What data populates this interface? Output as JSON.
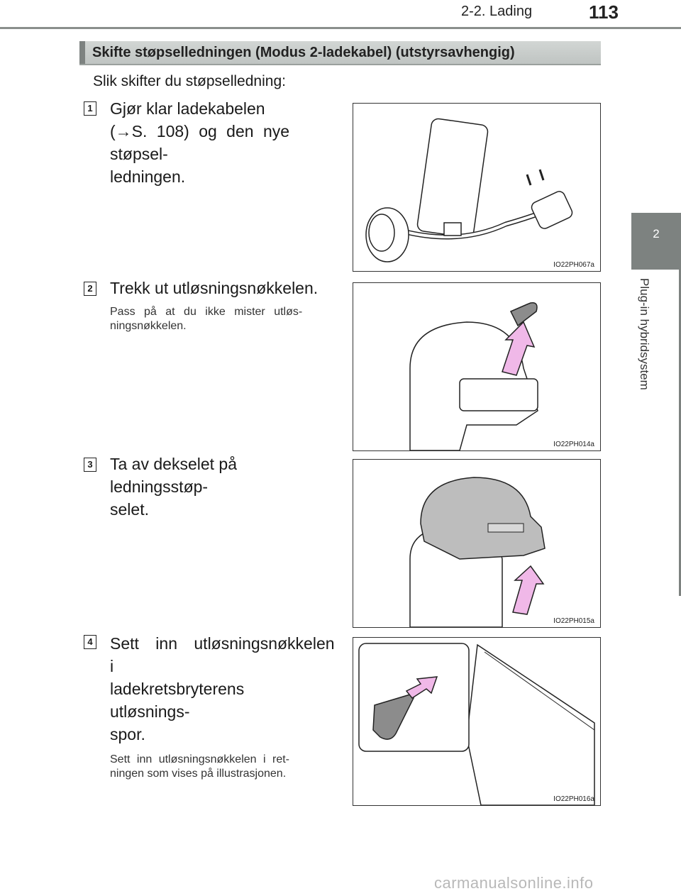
{
  "header": {
    "section": "2-2. Lading",
    "page_number": "113"
  },
  "side_tab": {
    "chapter_number": "2",
    "chapter_title": "Plug-in hybridsystem"
  },
  "section": {
    "title": "Skifte støpselledningen (Modus 2-ladekabel) (utstyrsavhengig)"
  },
  "intro": "Slik skifter du støpselledning:",
  "steps": [
    {
      "number": "1",
      "title_lines": [
        "Gjør klar ladekabelen",
        "(→S. 108) og den nye støpsel-",
        "ledningen."
      ],
      "note": "",
      "figure_label": "IO22PH067a"
    },
    {
      "number": "2",
      "title_lines": [
        "Trekk ut utløsningsnøkkelen."
      ],
      "note_lines": [
        "Pass på at du ikke mister utløs-",
        "ningsnøkkelen."
      ],
      "figure_label": "IO22PH014a"
    },
    {
      "number": "3",
      "title_lines": [
        "Ta av dekselet på ledningsstøp-",
        "selet."
      ],
      "note": "",
      "figure_label": "IO22PH015a"
    },
    {
      "number": "4",
      "title_lines": [
        "Sett inn utløsningsnøkkelen i",
        "ladekretsbryterens utløsnings-",
        "spor."
      ],
      "note_lines": [
        "Sett inn utløsningsnøkkelen i ret-",
        "ningen som vises på illustrasjonen."
      ],
      "figure_label": "IO22PH016a"
    }
  ],
  "footer": {
    "watermark": "carmanualsonline.info"
  },
  "colors": {
    "tab_gray": "#7d8280",
    "arrow_pink": "#f0b8e8",
    "key_gray": "#8c8c8c"
  }
}
